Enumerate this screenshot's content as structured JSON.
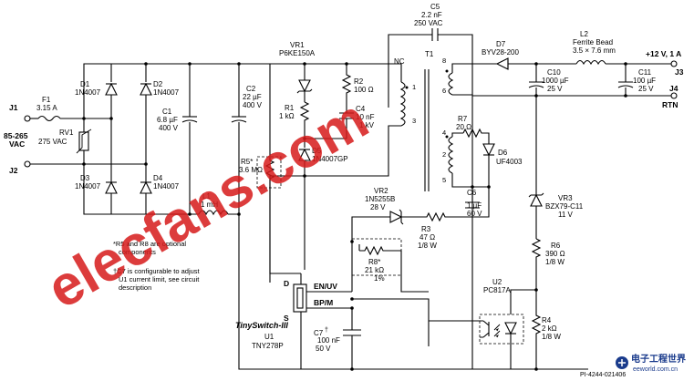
{
  "input": {
    "j1": "J1",
    "j2": "J2",
    "vac_line1": "85-265",
    "vac_line2": "VAC",
    "f1_ref": "F1",
    "f1_val": "3.15 A",
    "rv1_ref": "RV1",
    "rv1_val": "275 VAC"
  },
  "bridge": {
    "d1_ref": "D1",
    "d1_val": "1N4007",
    "d2_ref": "D2",
    "d2_val": "1N4007",
    "d3_ref": "D3",
    "d3_val": "1N4007",
    "d4_ref": "D4",
    "d4_val": "1N4007"
  },
  "filter": {
    "c1_ref": "C1",
    "c1_val1": "6.8 µF",
    "c1_val2": "400 V",
    "c2_ref": "C2",
    "c2_val1": "22 µF",
    "c2_val2": "400 V",
    "l1_ref": "L1",
    "l1_val": "1 mH"
  },
  "clamp": {
    "vr1_ref": "VR1",
    "vr1_val": "P6KE150A",
    "r1_ref": "R1",
    "r1_val": "1 kΩ",
    "r2_ref": "R2",
    "r2_val": "100 Ω",
    "c4_ref": "C4",
    "c4_val1": "10 nF",
    "c4_val2": "1 kV",
    "d5_ref": "D5",
    "d5_val": "1N4007GP",
    "r5_ref": "R5*",
    "r5_val": "3.6 MΩ"
  },
  "transformer": {
    "c5_ref": "C5",
    "c5_val1": "2.2 nF",
    "c5_val2": "250 VAC",
    "t1_ref": "T1",
    "nc": "NC",
    "pins": [
      "1",
      "3",
      "8",
      "6",
      "4",
      "2",
      "5"
    ]
  },
  "secondary": {
    "d7_ref": "D7",
    "d7_val": "BYV28-200",
    "l2_ref": "L2",
    "l2_val1": "Ferrite Bead",
    "l2_val2": "3.5 × 7.6 mm",
    "c10_ref": "C10",
    "c10_val1": "1000 µF",
    "c10_val2": "25 V",
    "c11_ref": "C11",
    "c11_val1": "100 µF",
    "c11_val2": "25 V",
    "out_label": "+12 V, 1 A",
    "j3": "J3",
    "j4": "J4",
    "rtn": "RTN"
  },
  "bias": {
    "r7_ref": "R7",
    "r7_val": "20 Ω",
    "d6_ref": "D6",
    "d6_val": "UF4003",
    "c6_ref": "C6",
    "c6_val1": "1 µF",
    "c6_val2": "60 V",
    "vr2_ref": "VR2",
    "vr2_val1": "1N5255B",
    "vr2_val2": "28 V",
    "r3_ref": "R3",
    "r3_val1": "47 Ω",
    "r3_val2": "1/8 W",
    "r8_ref": "R8*",
    "r8_val1": "21 kΩ",
    "r8_val2": "1%"
  },
  "feedback": {
    "vr3_ref": "VR3",
    "vr3_val1": "BZX79-C11",
    "vr3_val2": "11 V",
    "r6_ref": "R6",
    "r6_val1": "390 Ω",
    "r6_val2": "1/8 W",
    "r4_ref": "R4",
    "r4_val1": "2 kΩ",
    "r4_val2": "1/8 W",
    "u2_ref": "U2",
    "u2_val": "PC817A"
  },
  "controller": {
    "family": "TinySwitch-III",
    "u1_ref": "U1",
    "u1_val": "TNY278P",
    "pin_d": "D",
    "pin_s": "S",
    "pin_en": "EN/UV",
    "pin_bp": "BP/M",
    "c7_ref": "C7",
    "c7_dagger": "†",
    "c7_val1": "100 nF",
    "c7_val2": "50 V"
  },
  "notes": {
    "n1_l1": "*R5 and R8 are optional",
    "n1_l2": "components",
    "n2_l1": "†C7 is configurable to adjust",
    "n2_l2": "U1 current limit, see circuit",
    "n2_l3": "description"
  },
  "footer": {
    "part_no": "PI-4244-021406"
  },
  "watermark": {
    "text": "elecfans.com"
  },
  "logo": {
    "cn": "电子工程世界",
    "url": "eeworld.com.cn"
  }
}
